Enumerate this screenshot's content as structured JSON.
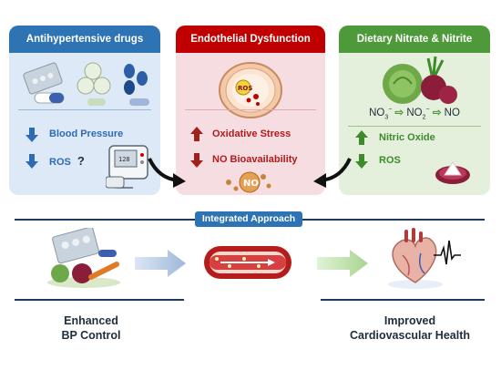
{
  "panels": {
    "left": {
      "title": "Antihypertensive drugs",
      "items": [
        {
          "label": "Blood Pressure",
          "direction": "down"
        },
        {
          "label": "ROS",
          "suffix": "?",
          "direction": "down"
        }
      ]
    },
    "middle": {
      "title": "Endothelial Dysfunction",
      "cell_label": "ROS",
      "items": [
        {
          "label": "Oxidative Stress",
          "direction": "up"
        },
        {
          "label": "NO Bioavailability",
          "direction": "down"
        }
      ],
      "molecule_label": "NO"
    },
    "right": {
      "title": "Dietary Nitrate & Nitrite",
      "pathway": {
        "no3": "NO",
        "no3_sub": "3",
        "no3_sup": "−",
        "no2": "NO",
        "no2_sub": "2",
        "no2_sup": "−",
        "no": "NO"
      },
      "items": [
        {
          "label": "Nitric Oxide",
          "direction": "up"
        },
        {
          "label": "ROS",
          "direction": "down"
        }
      ]
    }
  },
  "integrated": {
    "label": "Integrated Approach"
  },
  "outcomes": {
    "left": {
      "line1": "Enhanced",
      "line2": "BP Control"
    },
    "right": {
      "line1": "Improved",
      "line2": "Cardiovascular Health"
    }
  },
  "colors": {
    "blue": "#2e74b5",
    "red": "#c00000",
    "green": "#4e9a3a",
    "navy": "#1f3a5f"
  }
}
